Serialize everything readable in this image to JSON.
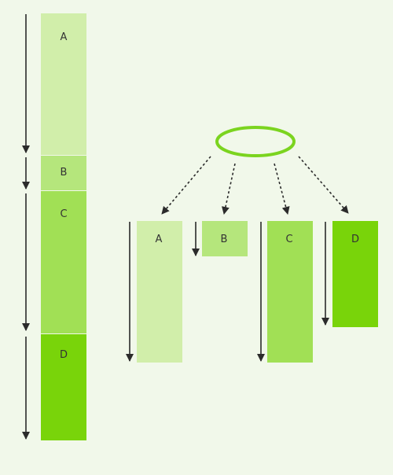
{
  "colors": {
    "background": "#f1f8ea",
    "segment_a": "#d1eeaa",
    "segment_b": "#b5e67c",
    "segment_c": "#a1e055",
    "segment_d": "#79d40a",
    "arrow": "#2b2b2b",
    "ellipse_stroke": "#7bd41f"
  },
  "left_stack": {
    "segments": [
      {
        "label": "A",
        "color_key": "segment_a"
      },
      {
        "label": "B",
        "color_key": "segment_b"
      },
      {
        "label": "C",
        "color_key": "segment_c"
      },
      {
        "label": "D",
        "color_key": "segment_d"
      }
    ]
  },
  "right_blocks": {
    "blocks": [
      {
        "label": "A",
        "color_key": "segment_a"
      },
      {
        "label": "B",
        "color_key": "segment_b"
      },
      {
        "label": "C",
        "color_key": "segment_c"
      },
      {
        "label": "D",
        "color_key": "segment_d"
      }
    ]
  }
}
